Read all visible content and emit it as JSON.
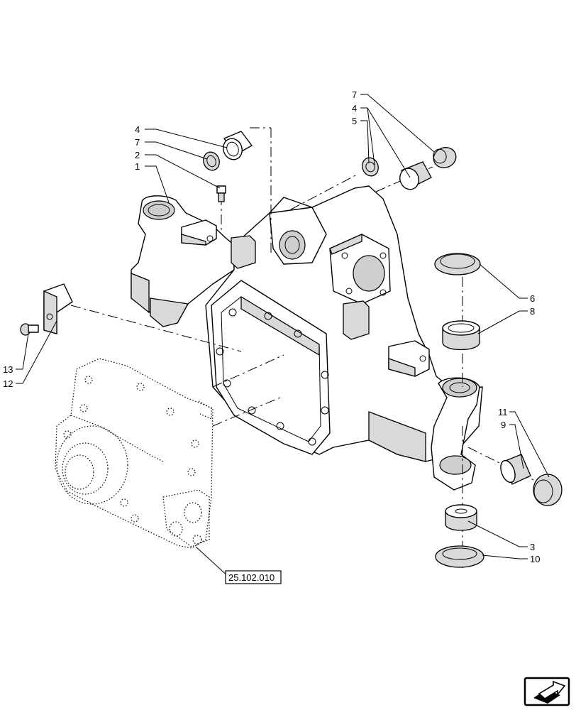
{
  "callouts": [
    {
      "id": "c4a",
      "label": "4"
    },
    {
      "id": "c7a",
      "label": "7"
    },
    {
      "id": "c2",
      "label": "2"
    },
    {
      "id": "c1",
      "label": "1"
    },
    {
      "id": "c7b",
      "label": "7"
    },
    {
      "id": "c4b",
      "label": "4"
    },
    {
      "id": "c5",
      "label": "5"
    },
    {
      "id": "c6",
      "label": "6"
    },
    {
      "id": "c8",
      "label": "8"
    },
    {
      "id": "c11",
      "label": "11"
    },
    {
      "id": "c9",
      "label": "9"
    },
    {
      "id": "c3",
      "label": "3"
    },
    {
      "id": "c10",
      "label": "10"
    },
    {
      "id": "c13",
      "label": "13"
    },
    {
      "id": "c12",
      "label": "12"
    }
  ],
  "reference": {
    "label": "25.102.010"
  },
  "nav_icon": {
    "name": "next-page-arrow-icon"
  }
}
